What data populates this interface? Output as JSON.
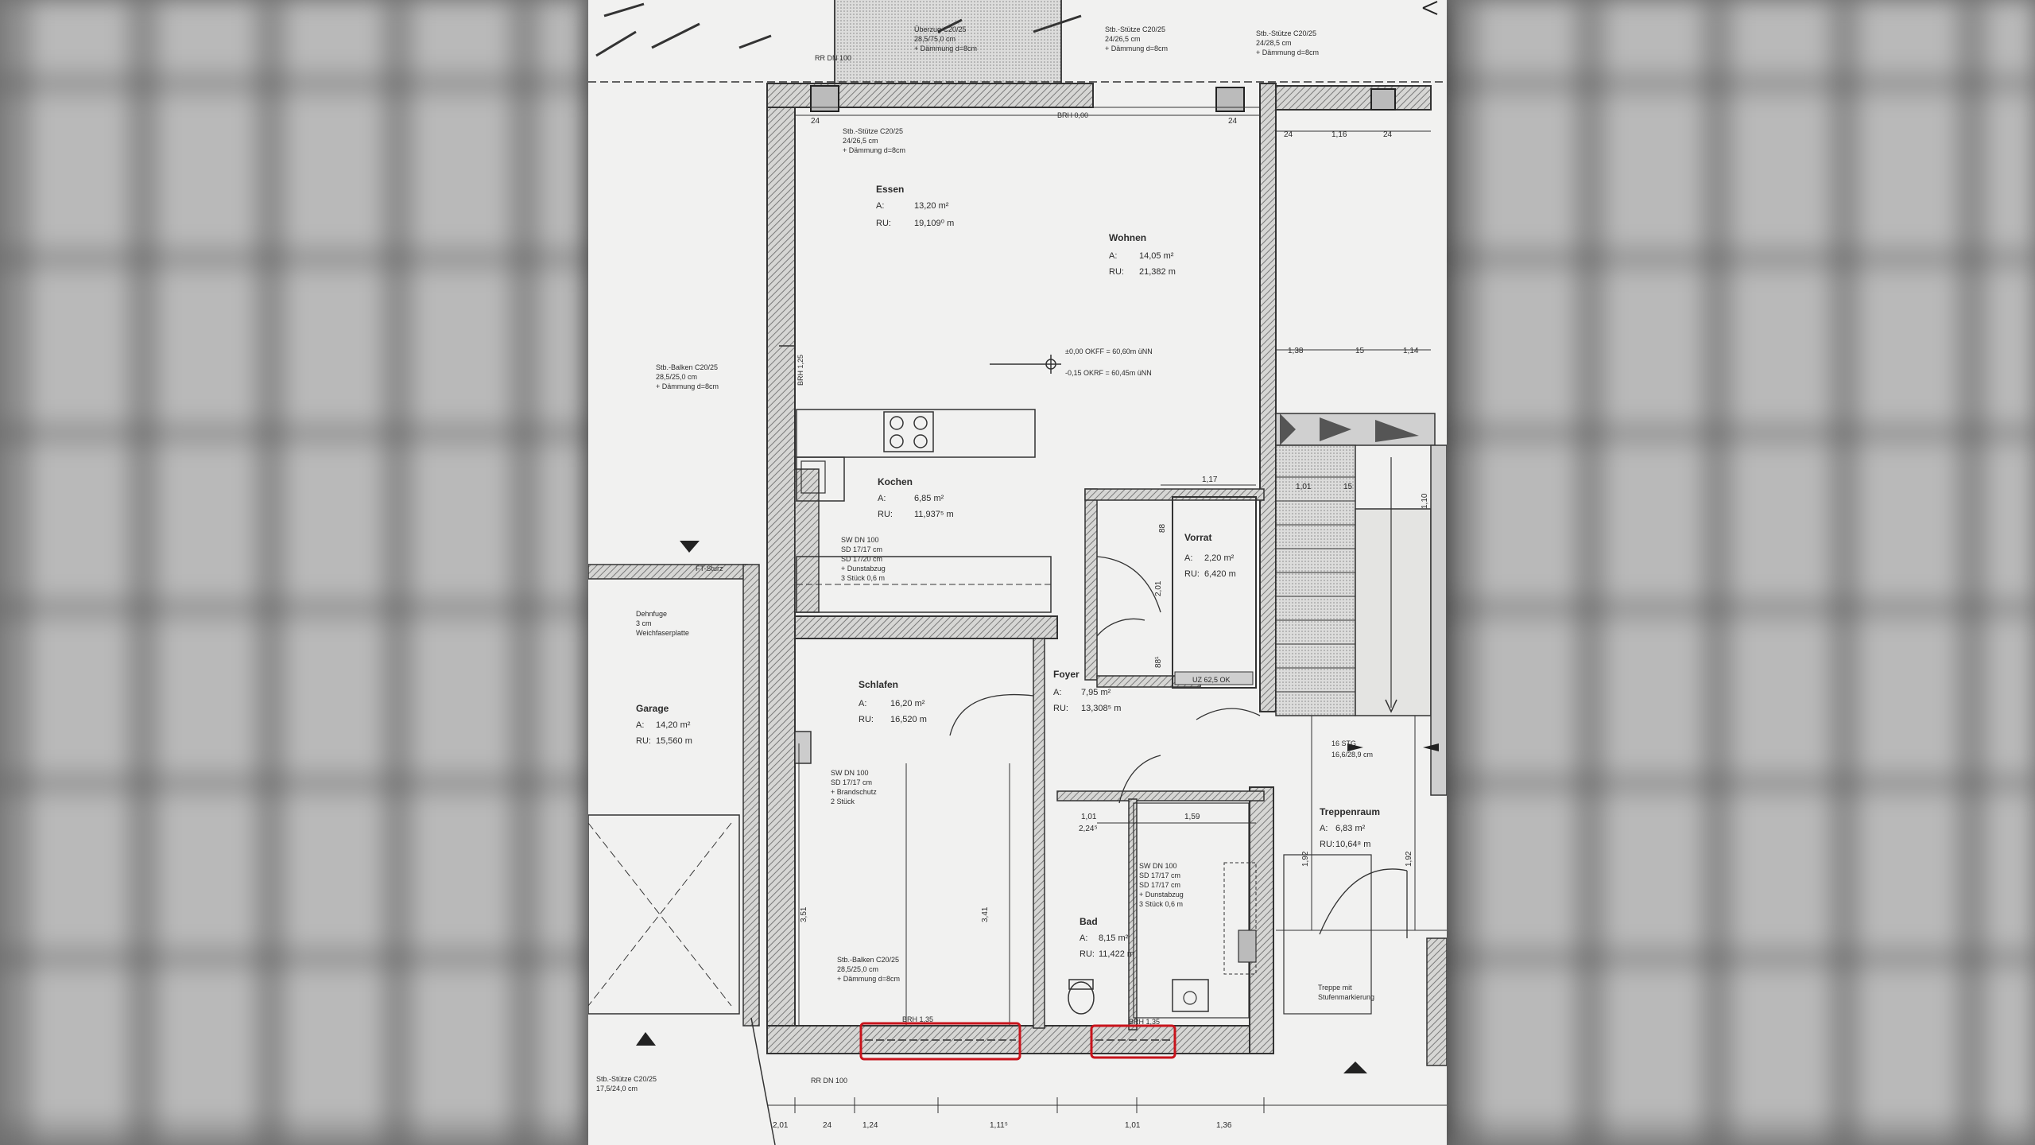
{
  "plan": {
    "rooms": [
      {
        "name": "Essen",
        "area_label": "A:",
        "area": "13,20 m²",
        "ru_label": "RU:",
        "ru": "19,109⁰ m"
      },
      {
        "name": "Wohnen",
        "area_label": "A:",
        "area": "14,05 m²",
        "ru_label": "RU:",
        "ru": "21,382 m"
      },
      {
        "name": "Kochen",
        "area_label": "A:",
        "area": "6,85 m²",
        "ru_label": "RU:",
        "ru": "11,937⁵ m"
      },
      {
        "name": "Vorrat",
        "area_label": "A:",
        "area": "2,20 m²",
        "ru_label": "RU:",
        "ru": "6,420 m"
      },
      {
        "name": "Schlafen",
        "area_label": "A:",
        "area": "16,20 m²",
        "ru_label": "RU:",
        "ru": "16,520 m"
      },
      {
        "name": "Foyer",
        "area_label": "A:",
        "area": "7,95 m²",
        "ru_label": "RU:",
        "ru": "13,308⁵ m"
      },
      {
        "name": "Bad",
        "area_label": "A:",
        "area": "8,15 m²",
        "ru_label": "RU:",
        "ru": "11,422 m"
      },
      {
        "name": "Garage",
        "area_label": "A:",
        "area": "14,20 m²",
        "ru_label": "RU:",
        "ru": "15,560 m"
      },
      {
        "name": "Treppenraum",
        "area_label": "A:",
        "area": "6,83 m²",
        "ru_label": "RU:",
        "ru": "10,64⁸ m"
      }
    ],
    "notes": {
      "ueberzug_1": "Überzug C20/25",
      "ueberzug_2": "28,5/75,0 cm",
      "ueberzug_3": "+ Dämmung d=8cm",
      "stuetze_top_1": "Stb.-Stütze C20/25",
      "stuetze_top_2": "24/26,5 cm",
      "stuetze_top_3": "+ Dämmung d=8cm",
      "stuetze_tr_1": "Stb.-Stütze C20/25",
      "stuetze_tr_2": "24/28,5 cm",
      "stuetze_tr_3": "+ Dämmung d=8cm",
      "stuetze_left_1": "Stb.-Stütze C20/25",
      "stuetze_left_2": "24/26,5 cm",
      "stuetze_left_3": "+ Dämmung d=8cm",
      "balken_left_1": "Stb.-Balken C20/25",
      "balken_left_2": "28,5/25,0 cm",
      "balken_left_3": "+ Dämmung d=8cm",
      "balken_bottom_1": "Stb.-Balken C20/25",
      "balken_bottom_2": "28,5/25,0 cm",
      "balken_bottom_3": "+ Dämmung d=8cm",
      "stuetze_bl_1": "Stb.-Stütze C20/25",
      "stuetze_bl_2": "17,5/24,0 cm",
      "level_1": "±0,00 OKFF = 60,60m üNN",
      "level_2": "-0,15 OKRF = 60,45m üNN",
      "dehnfuge_1": "Dehnfuge",
      "dehnfuge_2": "3 cm",
      "dehnfuge_3": "Weichfaserplatte",
      "ft_sturz": "FT-Sturz",
      "stg_1": "16 STG",
      "stg_2": "16,6/28,9 cm",
      "rr_top": "RR DN 100",
      "rr_bottom": "RR DN 100",
      "brh_top": "BRH 0,00",
      "brh_125": "BRH 1,25",
      "brh_bl": "BRH 1,35",
      "brh_br": "BRH 1,35",
      "vorrat_tag": "UZ 62,5 OK",
      "sw_kochen_1": "SW DN 100",
      "sw_kochen_2": "SD 17/17 cm",
      "sw_kochen_3": "SD 17/20 cm",
      "sw_kochen_4": "+ Dunstabzug",
      "sw_kochen_5": "3 Stück 0,6 m",
      "sw_schlafen_1": "SW DN 100",
      "sw_schlafen_2": "SD 17/17 cm",
      "sw_schlafen_3": "+ Brandschutz",
      "sw_schlafen_4": "2 Stück",
      "sw_bad_1": "SW DN 100",
      "sw_bad_2": "SD 17/17 cm",
      "sw_bad_3": "SD 17/17 cm",
      "sw_bad_4": "+ Dunstabzug",
      "sw_bad_5": "3 Stück 0,6 m",
      "treppe_note_1": "Treppe mit",
      "treppe_note_2": "Stufenmarkierung"
    },
    "dims": {
      "d_24a": "24",
      "d_24b": "24",
      "d_24c": "24",
      "d_116": "1,16",
      "d_24d": "24",
      "d_138": "1,38",
      "d_15": "15",
      "d_114": "1,14",
      "d_117": "1,17",
      "d_101a": "1,01",
      "d_15b": "15",
      "d_110": "1,10",
      "d_88": "88",
      "d_201": "2,01",
      "d_88b": "88¹",
      "d_101b": "1,01",
      "d_224": "2,24⁵",
      "d_159": "1,59",
      "d_351": "3,51",
      "d_341": "3,41",
      "d_192": "1,92",
      "d_192b": "1,92",
      "d_bottom_1": "2,01",
      "d_bottom_2": "24",
      "d_bottom_3": "1,24",
      "d_bottom_4": "1,11⁵",
      "d_bottom_5": "1,01",
      "d_bottom_6": "1,36"
    }
  },
  "colors": {
    "paper": "#f1f1f0",
    "ink": "#2b2b2b",
    "hatch": "#7a7a7a",
    "highlight": "#c8141c"
  }
}
